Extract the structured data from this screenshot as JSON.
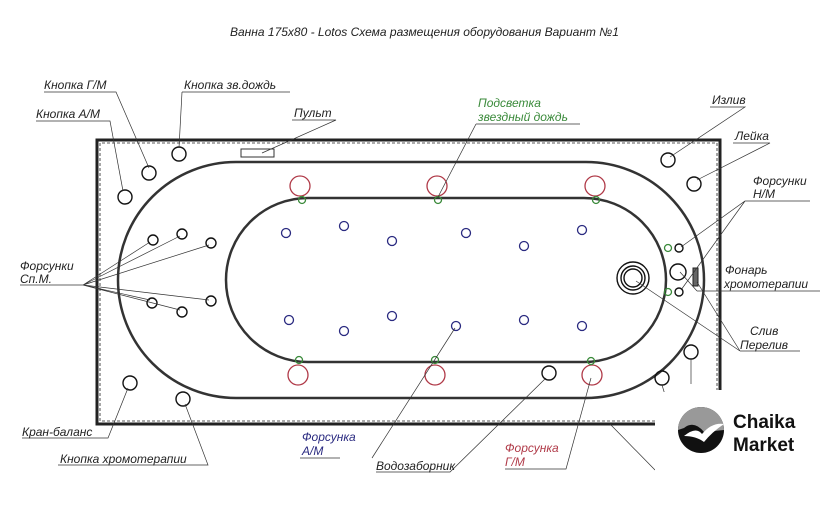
{
  "title": "Ванна 175х80 - Lotos Схема размещения оборудования Вариант №1",
  "labels": {
    "button_gm": "Кнопка Г/М",
    "button_am": "Кнопка А/М",
    "button_rain": "Кнопка зв.дождь",
    "remote": "Пульт",
    "star_light_1": "Подсветка",
    "star_light_2": "звездный дождь",
    "spout": "Излив",
    "shower": "Лейка",
    "nm_jets_1": "Форсунки",
    "nm_jets_2": "Н/М",
    "sp_jets_1": "Форсунки",
    "sp_jets_2": "Сп.М.",
    "chromo_lamp_1": "Фонарь",
    "chromo_lamp_2": "хромотерапии",
    "drain_1": "Слив",
    "drain_2": "Перелив",
    "mixer": "Кран-баланс",
    "chromo_button": "Кнопка хромотерапии",
    "am_jet_1": "Форсунка",
    "am_jet_2": "А/М",
    "intake": "Водозаборник",
    "gm_jet_1": "Форсунка",
    "gm_jet_2": "Г/М"
  },
  "logo": {
    "line1": "Chaika",
    "line2": "Market"
  },
  "colors": {
    "gm": "#b03a48",
    "am": "#2a2a80",
    "light": "#3a8a3a",
    "line": "#222222"
  }
}
